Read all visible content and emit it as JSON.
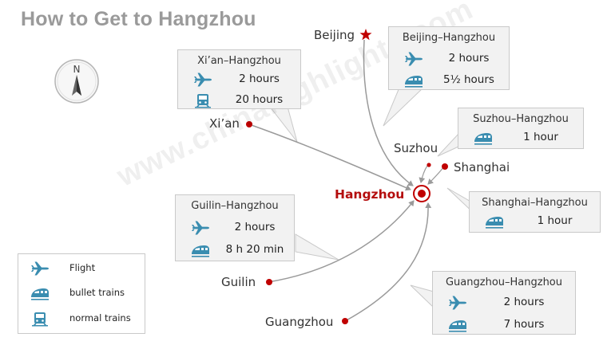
{
  "title": "How to Get to Hangzhou",
  "watermark": "www.chinahighlights.com",
  "compass_letter": "N",
  "colors": {
    "route": "#9a9a9a",
    "city_dot": "#c00000",
    "icon": "#3a8db0",
    "destination": "#b40d0d"
  },
  "cities": {
    "beijing": "Beijing",
    "xian": "Xi’an",
    "suzhou": "Suzhou",
    "shanghai": "Shanghai",
    "hangzhou": "Hangzhou",
    "guilin": "Guilin",
    "guangzhou": "Guangzhou"
  },
  "routes": {
    "beijing": {
      "title": "Beijing–Hangzhou",
      "flight": "2 hours",
      "bullet": "5½ hours"
    },
    "xian": {
      "title": "Xi’an–Hangzhou",
      "flight": "2 hours",
      "normal": "20 hours"
    },
    "suzhou": {
      "title": "Suzhou–Hangzhou",
      "bullet": "1 hour"
    },
    "shanghai": {
      "title": "Shanghai–Hangzhou",
      "bullet": "1 hour"
    },
    "guilin": {
      "title": "Guilin–Hangzhou",
      "flight": "2 hours",
      "bullet": "8 h 20 min"
    },
    "guangzhou": {
      "title": "Guangzhou–Hangzhou",
      "flight": "2 hours",
      "bullet": "7 hours"
    }
  },
  "legend": {
    "flight": "Flight",
    "bullet": "bullet trains",
    "normal": "normal trains"
  }
}
